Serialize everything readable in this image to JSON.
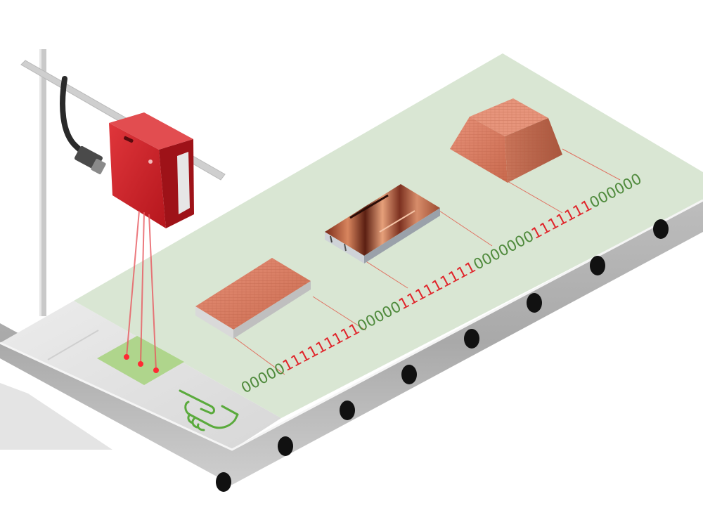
{
  "diagram": {
    "bit_string": {
      "segments": [
        {
          "text": "00000",
          "state": "0"
        },
        {
          "text": "111111111",
          "state": "1"
        },
        {
          "text": "00000",
          "state": "0"
        },
        {
          "text": "111111111",
          "state": "1"
        },
        {
          "text": "0000000",
          "state": "0"
        },
        {
          "text": "1111111",
          "state": "1"
        },
        {
          "text": "000000",
          "state": "0"
        }
      ]
    },
    "colors": {
      "belt_surface": "#d9e6d3",
      "belt_side": "#c9c9c9",
      "sensor_body": "#d1222a",
      "laser": "#e8585f",
      "bit_zero": "#4f8a3c",
      "bit_one": "#e0242a",
      "detection_pad": "#a6d27d",
      "hand_icon": "#5aaa3c",
      "object_copper": "#d57a5c"
    },
    "icons": {
      "sensor": "laser-sensor-icon",
      "hand": "pointing-hand-icon"
    }
  }
}
